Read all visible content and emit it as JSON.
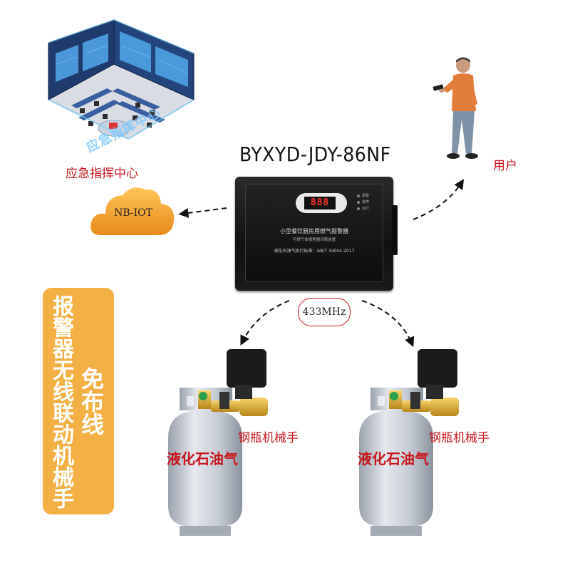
{
  "model_name": "BYXYD-JDY-86NF",
  "command_center": {
    "label": "应急指挥中心",
    "sign_text": "应急指挥中心"
  },
  "user": {
    "label": "用户"
  },
  "cloud": {
    "label": "NB-IOT"
  },
  "frequency": {
    "label": "433MHz"
  },
  "alarm_box": {
    "display": "888",
    "indicators": [
      "报警",
      "故障",
      "运行"
    ],
    "title": "小型餐饮厨房用燃气报警器",
    "subtitle": "可燃气体报警器切断装置",
    "standard": "液化石油气执行标准：GB/T 34004-2017"
  },
  "cylinders": [
    {
      "tank_label": "液化石油气",
      "valve_label": "钢瓶机械手"
    },
    {
      "tank_label": "液化石油气",
      "valve_label": "钢瓶机械手"
    }
  ],
  "panel": {
    "vertical_text": "报警器无线联动机械手",
    "highlight_text": "免布线"
  },
  "colors": {
    "red": "#c8161d",
    "orange_panel": "#f3b045",
    "cloud": "#f0a233",
    "tank": "#c9ced6"
  }
}
